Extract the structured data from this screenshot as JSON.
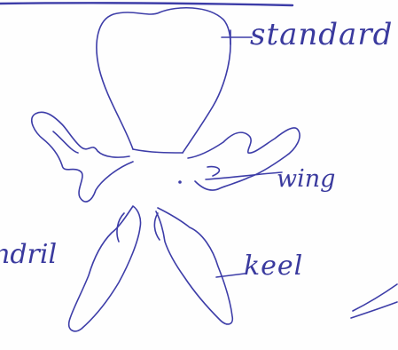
{
  "labels": {
    "standard": "standard",
    "wing": "wing",
    "keel": "keel",
    "tendril": "ndril"
  },
  "colors": {
    "ink": "#3d3da8",
    "paper": "#fefefe"
  }
}
